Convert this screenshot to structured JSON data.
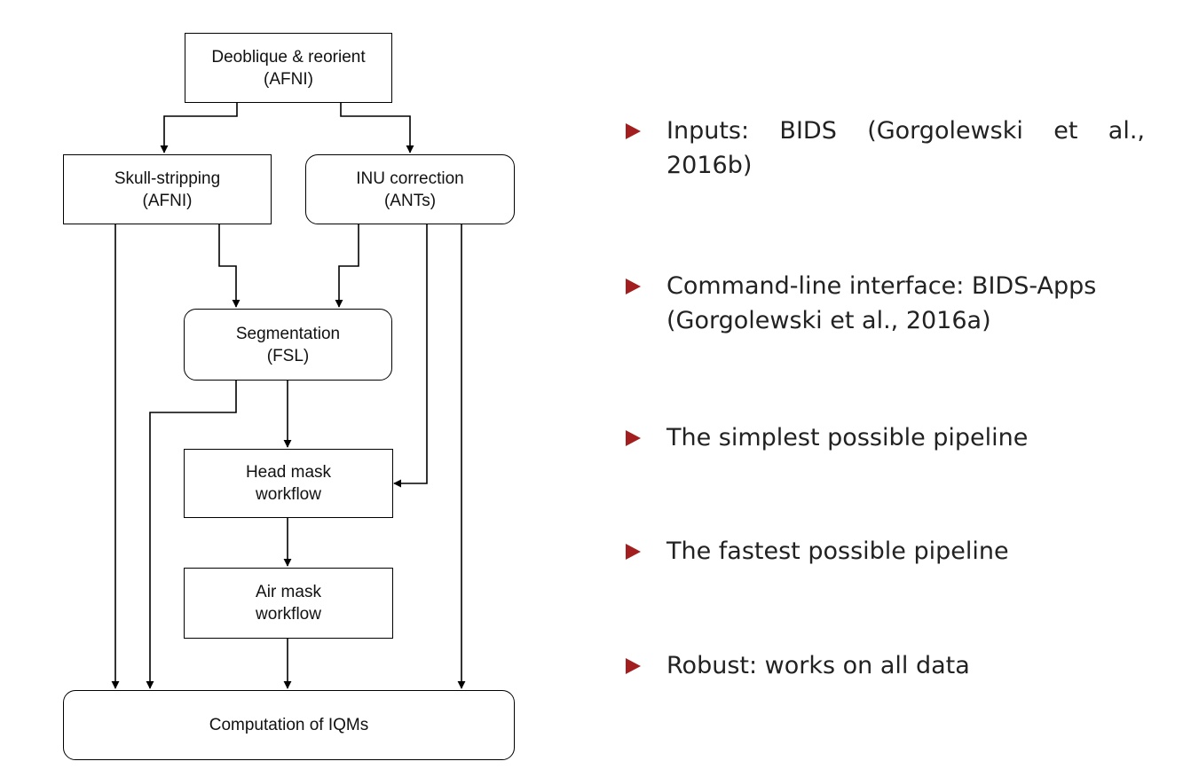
{
  "diagram": {
    "nodes": {
      "deoblique": {
        "line1": "Deoblique & reorient",
        "line2": "(AFNI)"
      },
      "skullstrip": {
        "line1": "Skull-stripping",
        "line2": "(AFNI)"
      },
      "inu": {
        "line1": "INU correction",
        "line2": "(ANTs)"
      },
      "segmentation": {
        "line1": "Segmentation",
        "line2": "(FSL)"
      },
      "headmask": {
        "line1": "Head mask",
        "line2": "workflow"
      },
      "airmask": {
        "line1": "Air mask",
        "line2": "workflow"
      },
      "iqms": {
        "line1": "Computation of IQMs"
      }
    },
    "edges": [
      {
        "from": "deoblique",
        "to": "skullstrip"
      },
      {
        "from": "deoblique",
        "to": "inu"
      },
      {
        "from": "skullstrip",
        "to": "segmentation"
      },
      {
        "from": "inu",
        "to": "segmentation"
      },
      {
        "from": "inu",
        "to": "headmask"
      },
      {
        "from": "segmentation",
        "to": "headmask"
      },
      {
        "from": "headmask",
        "to": "airmask"
      },
      {
        "from": "skullstrip",
        "to": "iqms"
      },
      {
        "from": "segmentation",
        "to": "iqms"
      },
      {
        "from": "airmask",
        "to": "iqms"
      },
      {
        "from": "inu",
        "to": "iqms"
      }
    ]
  },
  "bullets": [
    {
      "text": "Inputs: BIDS  (Gorgolewski et al., 2016b)"
    },
    {
      "text": "Command-line interface: BIDS-Apps (Gorgolewski et al., 2016a)"
    },
    {
      "text": "The simplest possible pipeline"
    },
    {
      "text": "The fastest possible pipeline"
    },
    {
      "text": "Robust: works on all data"
    }
  ],
  "colors": {
    "bullet_marker": "#a31f1f",
    "line": "#000000"
  }
}
